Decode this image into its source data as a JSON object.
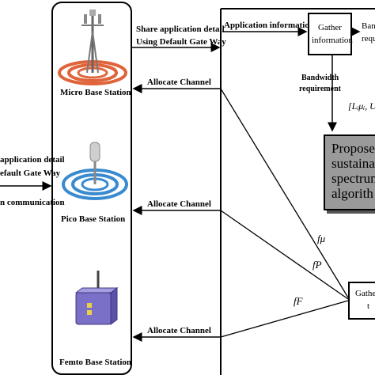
{
  "stations": {
    "micro": "Micro Base Station",
    "pico": "Pico Base Station",
    "femto": "Femto Base Station"
  },
  "arrows": {
    "share_line1": "Share application detail",
    "share_line2": "Using Default Gate Way",
    "app_info": "Application information",
    "allocate_micro": "Allocate Channel",
    "allocate_pico": "Allocate Channel",
    "allocate_femto": "Allocate Channel",
    "left_line1": "application detail",
    "left_line2": "efault Gate Way",
    "left_line3": "n communication",
    "bandwidth_line1": "Bandwidth",
    "bandwidth_line2": "requirement",
    "bound": "[Lᵢμᵢ, Uᵢ"
  },
  "boxes": {
    "gather_line1": "Gather",
    "gather_line2": "information",
    "band_right_line1": "Ban",
    "band_right_line2": "requ",
    "proposed_lines": [
      "Propose",
      "sustaina",
      "spectrun",
      "algorith"
    ],
    "gather2_line1": "Gathe",
    "gather2_line2": "t"
  },
  "symbols": {
    "f_mu": "fμ",
    "f_p": "fP",
    "f_f": "fF"
  },
  "colors": {
    "antenna_ring": "#e0643a",
    "pico_ring": "#3a8ad0",
    "router_body": "#7a70c8",
    "proposed_fill": "#9a9a9a"
  }
}
